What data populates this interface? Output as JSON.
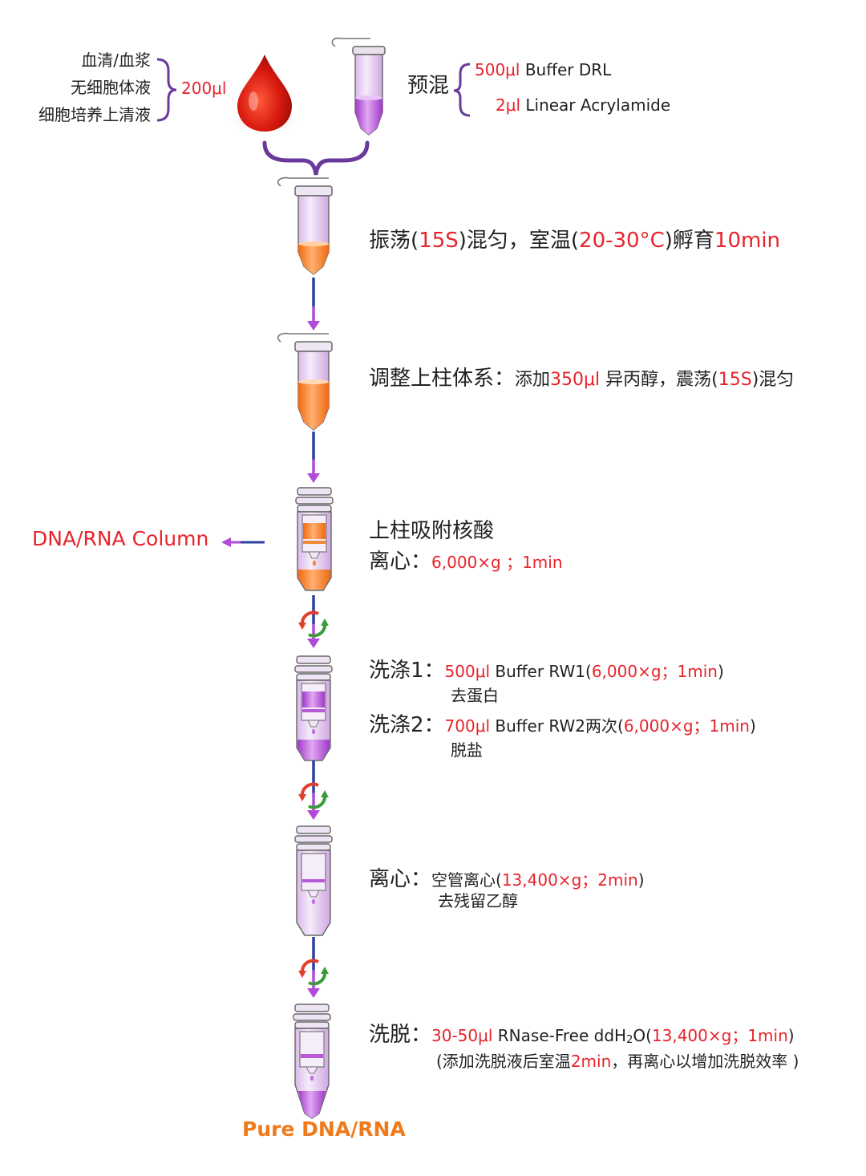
{
  "colors": {
    "accent_red": "#e8232a",
    "brace_purple": "#6a3a9a",
    "arrow_blue": "#2f3f9e",
    "arrow_purple": "#b14ad6",
    "liquid_orange": "#f47a1f",
    "liquid_purple": "#b65ad8",
    "result_orange": "#f07a1a"
  },
  "sample": {
    "line1": "血清/血浆",
    "line2": "无细胞体液",
    "line3": "细胞培养上清液",
    "volume": "200μl"
  },
  "premix": {
    "label": "预混",
    "item1_amount": "500μl",
    "item1_name": " Buffer DRL",
    "item2_amount": "2μl",
    "item2_name": " Linear Acrylamide"
  },
  "step1": {
    "p1": "振荡(",
    "r1": "15S",
    "p2": ")混匀，室温(",
    "r2": "20-30°C",
    "p3": ")孵育",
    "r3": "10min"
  },
  "step2": {
    "title": "调整上柱体系：",
    "p1": "添加",
    "r1": "350μl",
    "p2": " 异丙醇，震荡(",
    "r2": "15S",
    "p3": ")混匀"
  },
  "step3": {
    "title": "上柱吸附核酸",
    "label": "离心：",
    "r1": "6,000×g ；1min",
    "column_label": "DNA/RNA Column"
  },
  "wash1": {
    "label": "洗涤1：",
    "r1": "500μl",
    "p1": " Buffer RW1(",
    "r2": "6,000×g；1min",
    "p2": ")",
    "note": "去蛋白"
  },
  "wash2": {
    "label": "洗涤2：",
    "r1": "700μl",
    "p1": " Buffer RW2两次(",
    "r2": "6,000×g；1min",
    "p2": ")",
    "note": "脱盐"
  },
  "spin": {
    "label": "离心：",
    "p1": "空管离心(",
    "r1": "13,400×g；2min",
    "p2": ")",
    "note": "去残留乙醇"
  },
  "elute": {
    "label": "洗脱：",
    "r1": "30-50μl",
    "p1": " RNase-Free ddH",
    "sub": "2",
    "p2": "O(",
    "r2": "13,400×g；1min",
    "p3": ")",
    "n1": "(添加洗脱液后室温",
    "nr": "2min",
    "n2": "，再离心以增加洗脱效率 )"
  },
  "result": {
    "label": "Pure DNA/RNA"
  }
}
